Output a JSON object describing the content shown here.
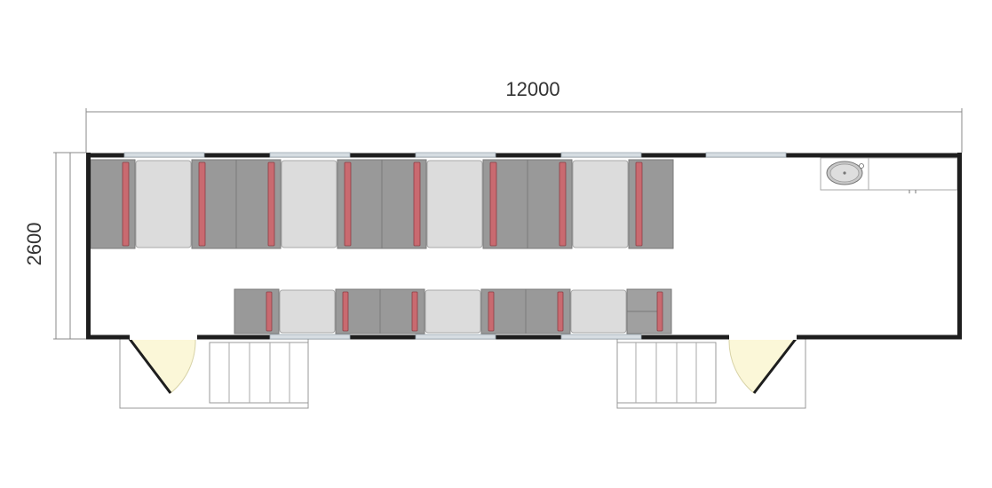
{
  "dimensions": {
    "length_label": "12000",
    "width_label": "2600"
  },
  "colors": {
    "wall": "#1e1e1e",
    "window": "#d6dde2",
    "seat_dark": "#999999",
    "seat_light": "#dcdcdc",
    "cushion": "#c96a70",
    "door_swing": "#fbf7d8",
    "dimension_line": "#888888"
  },
  "fixtures": {
    "top_row_units": [
      "dark",
      "light",
      "dark",
      "dark",
      "light",
      "dark",
      "dark",
      "light",
      "dark",
      "dark",
      "light",
      "dark"
    ],
    "bottom_row_units": [
      "dark",
      "light",
      "dark",
      "dark",
      "light",
      "dark",
      "dark",
      "light",
      "cabinet"
    ],
    "sink_icon": "sink-icon",
    "door_count": 2,
    "step_count": 2
  }
}
